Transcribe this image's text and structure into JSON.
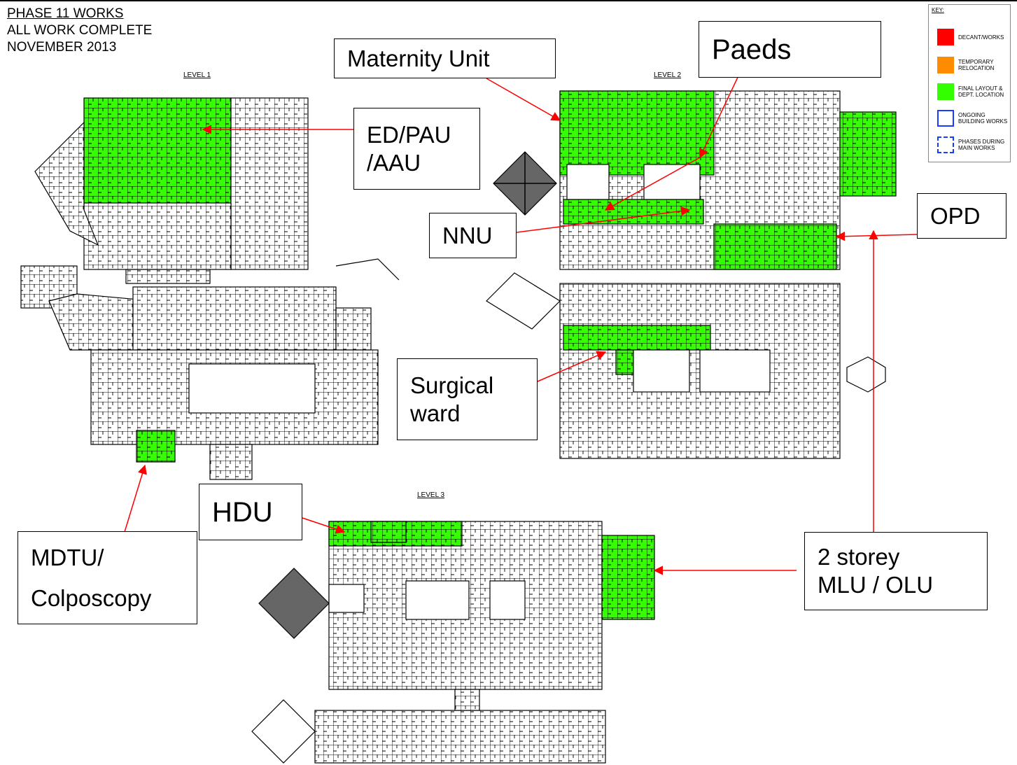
{
  "header": {
    "line1": "PHASE 11 WORKS",
    "line2": "ALL WORK COMPLETE",
    "line3": "NOVEMBER 2013"
  },
  "levels": {
    "level1": "LEVEL 1",
    "level2": "LEVEL 2",
    "level3": "LEVEL 3"
  },
  "key": {
    "title": "KEY:",
    "items": [
      {
        "label": "DECANT/WORKS",
        "color": "#ff0000",
        "style": "fill"
      },
      {
        "label": "TEMPORARY RELOCATION",
        "color": "#ff8c00",
        "style": "fill"
      },
      {
        "label": "FINAL LAYOUT & DEPT. LOCATION",
        "color": "#33ff00",
        "style": "fill"
      },
      {
        "label": "ONGOING BUILDING WORKS",
        "color": "#1a3cff",
        "style": "solid-outline"
      },
      {
        "label": "PHASES DURING MAIN WORKS",
        "color": "#1a3cff",
        "style": "dashed-outline"
      }
    ]
  },
  "callouts": {
    "maternity": "Maternity Unit",
    "paeds": "Paeds",
    "ed_line1": "ED/PAU",
    "ed_line2": "/AAU",
    "nnu": "NNU",
    "opd": "OPD",
    "surgical_line1": "Surgical",
    "surgical_line2": "ward",
    "hdu": "HDU",
    "mdtu_line1": "MDTU/",
    "mdtu_line2": "Colposcopy",
    "mlu_line1": "2 storey",
    "mlu_line2": "MLU / OLU"
  },
  "colors": {
    "highlight": "#33ff00",
    "arrow": "#ff0000",
    "plan_line": "#000000",
    "roof": "#666666"
  }
}
